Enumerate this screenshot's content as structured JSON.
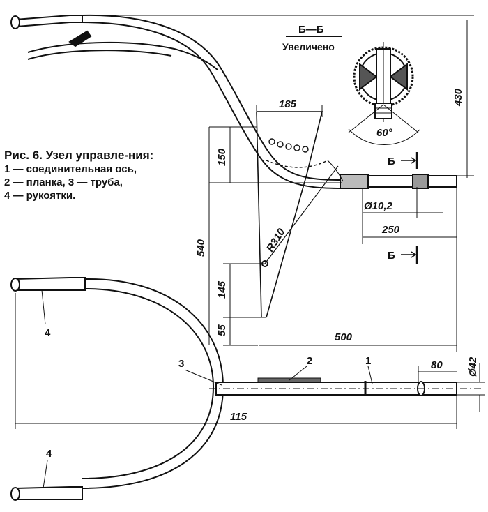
{
  "figure": {
    "caption_title": "Рис. 6. Узел управле-ния:",
    "legend_lines": [
      "1 — соединительная ось,",
      "2 — планка, 3 — труба,",
      "4 — рукоятки."
    ]
  },
  "section": {
    "label": "Б—Б",
    "note": "Увеличено",
    "angle": "60°",
    "marker": "Б"
  },
  "dimensions": {
    "d185": "185",
    "d150": "150",
    "d430": "430",
    "d540": "540",
    "d145": "145",
    "d55": "55",
    "d500": "500",
    "d250": "250",
    "dia10": "Ø10,2",
    "r310": "R310",
    "d80": "80",
    "dia42": "Ø42",
    "d115": "115"
  },
  "callouts": {
    "c1": "1",
    "c2": "2",
    "c3": "3",
    "c4a": "4",
    "c4b": "4"
  }
}
